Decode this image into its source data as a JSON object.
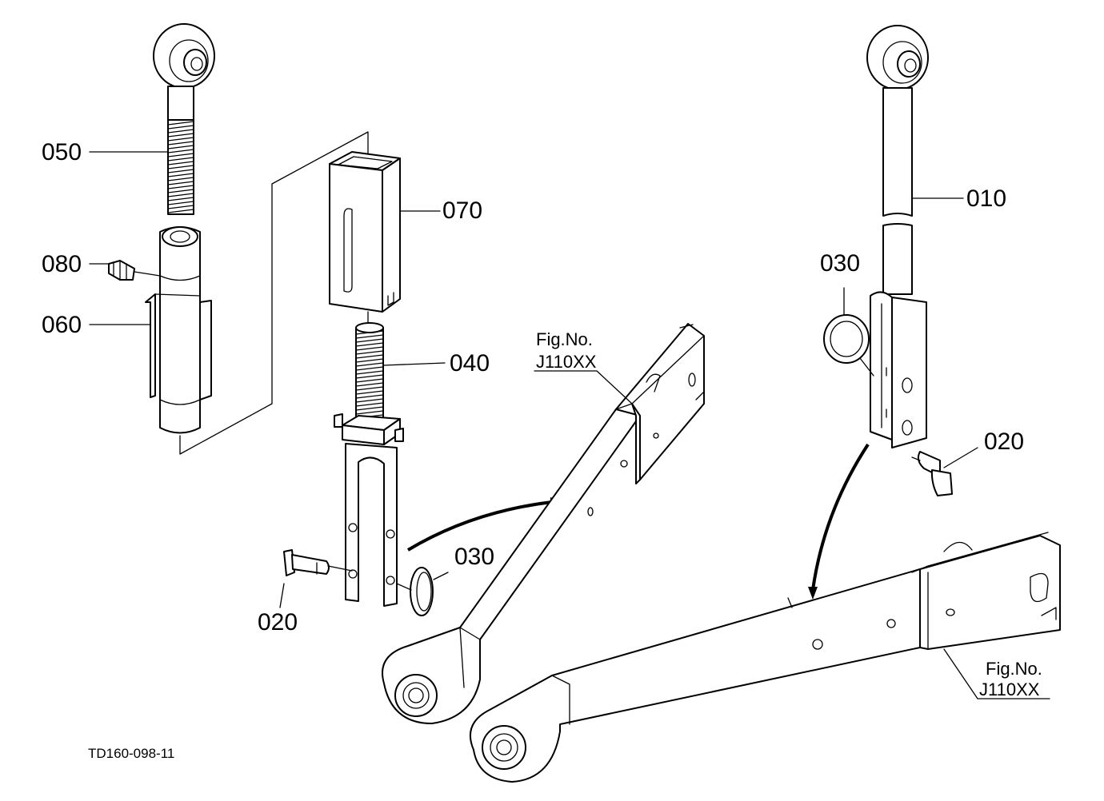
{
  "labels": {
    "p050": "050",
    "p080": "080",
    "p060": "060",
    "p070": "070",
    "p040": "040",
    "p020_left": "020",
    "p030_left": "030",
    "p010": "010",
    "p030_right": "030",
    "p020_right": "020"
  },
  "references": {
    "top": {
      "line1": "Fig.No.",
      "line2": "J110XX"
    },
    "bottom": {
      "line1": "Fig.No.",
      "line2": "J110XX"
    }
  },
  "drawing_code": "TD160-098-11"
}
